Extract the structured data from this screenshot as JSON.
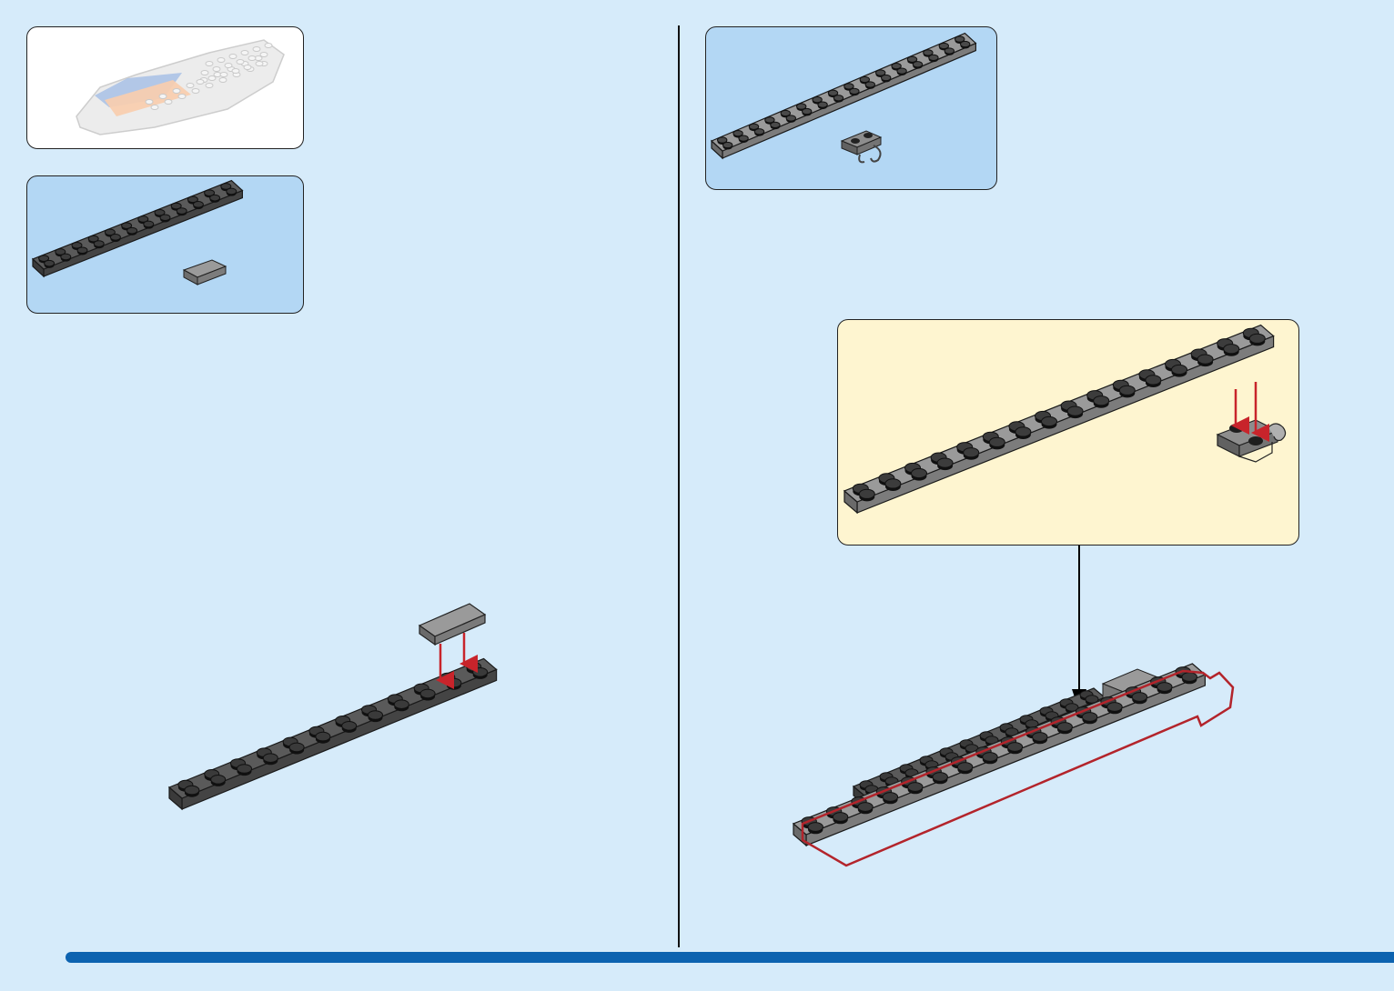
{
  "page": {
    "type": "building-instructions",
    "background_color": "#d6ebfa",
    "accent_color": "#0d63b0"
  },
  "panels": {
    "overview": {
      "background_color": "#ffffff",
      "image": "finished-model-preview"
    },
    "parts_left": {
      "background_color": "#b3d7f4",
      "parts": [
        "plate-2x12-dark-grey",
        "tile-1x2-light-grey"
      ]
    },
    "parts_right": {
      "background_color": "#b3d7f4",
      "parts": [
        "plate-2x16-light-grey",
        "plate-1x2-with-clip-light-grey"
      ]
    },
    "sub_assembly": {
      "background_color": "#fef5d0"
    }
  },
  "colors": {
    "dark_plate": "#4a4a4a",
    "light_plate": "#8e8e8e",
    "placement_arrow": "#c8242b",
    "highlight_outline": "#b3242b"
  }
}
